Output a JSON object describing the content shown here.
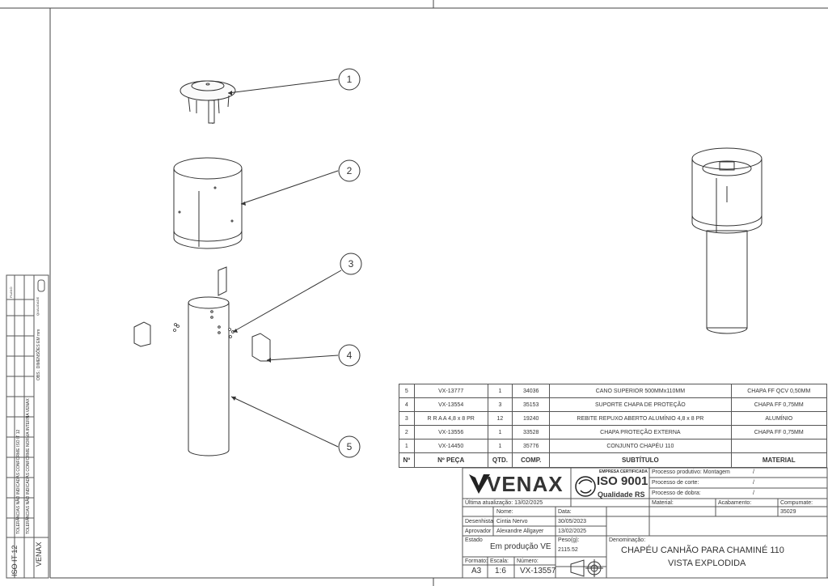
{
  "parts": [
    {
      "item": "5",
      "code": "VX-13777",
      "qty": "1",
      "comp": "34036",
      "subtitle": "CANO SUPERIOR 500MMx110MM",
      "material": "CHAPA FF QCV 0,50MM"
    },
    {
      "item": "4",
      "code": "VX-13554",
      "qty": "3",
      "comp": "35153",
      "subtitle": "SUPORTE CHAPA DE PROTEÇÃO",
      "material": "CHAPA FF 0,75MM"
    },
    {
      "item": "3",
      "code": "R R A A 4,8 x 8 PR",
      "qty": "12",
      "comp": "19240",
      "subtitle": "REBITE REPUXO ABERTO ALUMÍNIO 4,8 x 8 PR",
      "material": "ALUMÍNIO"
    },
    {
      "item": "2",
      "code": "VX-13556",
      "qty": "1",
      "comp": "33528",
      "subtitle": "CHAPA PROTEÇÃO EXTERNA",
      "material": "CHAPA FF 0,75MM"
    },
    {
      "item": "1",
      "code": "VX-14450",
      "qty": "1",
      "comp": "35776",
      "subtitle": "CONJUNTO CHAPÉU 110",
      "material": ""
    }
  ],
  "bom_header": {
    "item": "Nº",
    "code": "Nº PEÇA",
    "qty": "QTD.",
    "comp": "COMP.",
    "subtitle": "SUBTÍTULO",
    "material": "MATERIAL"
  },
  "balloons": [
    "1",
    "2",
    "3",
    "4",
    "5"
  ],
  "title_block": {
    "brand": "VENAX",
    "iso_top": "EMPRESA CERTIFICADA",
    "iso": "ISO 9001",
    "iso_sub": "Qualidade RS",
    "processo_produtivo": "Processo produtivo: Montagem",
    "processo_corte": "Processo de corte:",
    "processo_dobra": "Processo de dobra:",
    "slash": "/",
    "material_label": "Material:",
    "acabamento_label": "Acabamento:",
    "compumate_label": "Compumate:",
    "compumate": "35029",
    "ultima_label": "Última atualização: 13/02/2025",
    "nome_label": "Nome:",
    "data_label": "Data:",
    "desenhista_label": "Desenhista",
    "desenhista": "Cintia Nervo",
    "desenhista_data": "30/05/2023",
    "aprovador_label": "Aprovador",
    "aprovador": "Alexandre Allgayer",
    "aprovador_data": "13/02/2025",
    "estado_label": "Estado",
    "estado": "Em produção VE",
    "peso_label": "Peso(g):",
    "peso": "2115.52",
    "denominacao_label": "Denominação:",
    "denominacao_1": "CHAPÉU CANHÃO PARA CHAMINÉ 110",
    "denominacao_2": "VISTA EXPLODIDA",
    "formato_label": "Formato:",
    "formato": "A3",
    "escala_label": "Escala:",
    "escala": "1:6",
    "numero_label": "Número:",
    "numero": "VX-13557"
  },
  "side_block": {
    "iso": "ISO IT 12",
    "brand": "VENAX",
    "tol1": "TOLERÂNCIAS NÃO INDICADAS CONFORME ISO IT 12",
    "tol2": "TOLERÂNCIAS NÃO INDICADAS CONFORME NORMA INTERNA VENAX",
    "obs": "OBS.: DIMENSÕES EM mm",
    "plano": "PLANO",
    "qualidade": "QUALIDADE"
  }
}
